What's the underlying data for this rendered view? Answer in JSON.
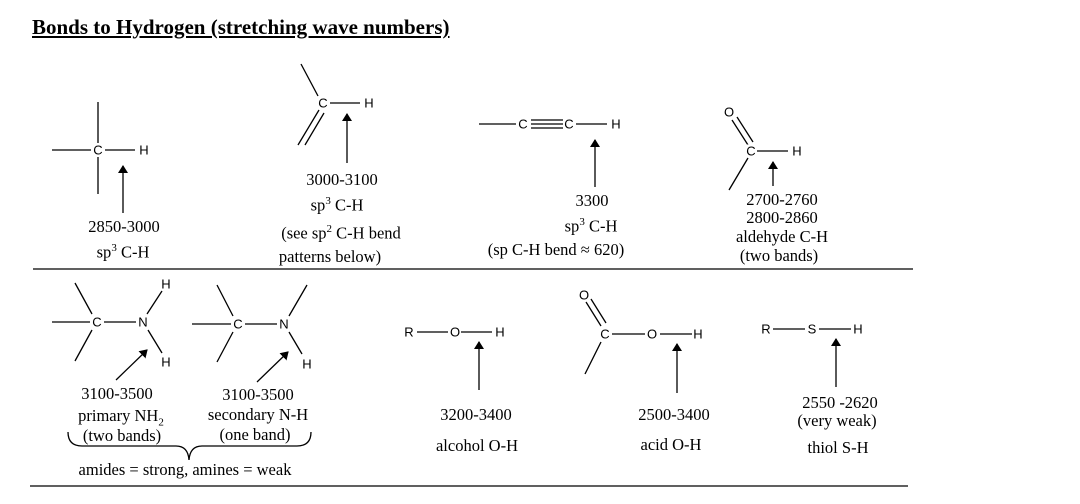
{
  "title": "Bonds to Hydrogen (stretching wave numbers)",
  "atoms": {
    "C": "C",
    "H": "H",
    "O": "O",
    "N": "N",
    "S": "S",
    "R": "R"
  },
  "top_row": {
    "sp3": {
      "range": "2850-3000",
      "label_pre": "sp",
      "label_sup": "3",
      "label_post": " C-H"
    },
    "vinyl": {
      "range": "3000-3100",
      "label_pre": "sp",
      "label_sup": "3",
      "label_post": " C-H",
      "note_pre": "(see sp",
      "note_sup": "2",
      "note_post": " C-H bend",
      "note2": "patterns below)"
    },
    "alkyne": {
      "range": "3300",
      "label_pre": "sp",
      "label_sup": "3",
      "label_post": " C-H",
      "note": "(sp C-H bend ≈ 620)"
    },
    "aldehyde": {
      "range1": "2700-2760",
      "range2": "2800-2860",
      "label": "aldehyde C-H",
      "note": "(two bands)"
    }
  },
  "bottom_row": {
    "primary": {
      "range": "3100-3500",
      "label_pre": "primary NH",
      "label_sub": "2",
      "note": "(two bands)"
    },
    "secondary": {
      "range": "3100-3500",
      "label": "secondary N-H",
      "note": "(one band)"
    },
    "amide_note": "amides = strong, amines = weak",
    "alcohol": {
      "range": "3200-3400",
      "label": "alcohol O-H"
    },
    "acid": {
      "range": "2500-3400",
      "label": "acid O-H"
    },
    "thiol": {
      "range": "2550 -2620",
      "note": "(very weak)",
      "label": "thiol S-H"
    }
  }
}
